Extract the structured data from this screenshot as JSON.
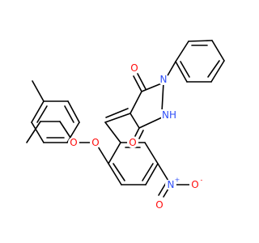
{
  "molecule": {
    "colors": {
      "bond": "#000000",
      "oxygen": "#ff0d0d",
      "nitrogen": "#3050f8",
      "carbon": "#000000"
    },
    "labels": {
      "carbonyl_o_top": "O",
      "carbonyl_o_bottom": "O",
      "ring_n_phenyl": "N",
      "ring_nh": "NH",
      "ether_o_1": "O",
      "ether_o_2": "O",
      "nitro_n": "N",
      "nitro_n_charge": "+",
      "nitro_o_double": "O",
      "nitro_o_single": "O",
      "nitro_o_charge": "-"
    }
  }
}
